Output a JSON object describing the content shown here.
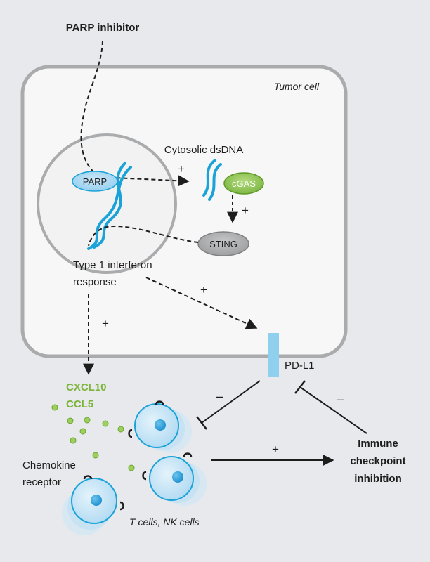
{
  "labels": {
    "parp_inhibitor": "PARP inhibitor",
    "tumor_cell": "Tumor cell",
    "cytosolic_dsdna": "Cytosolic dsDNA",
    "parp": "PARP",
    "cgas": "cGAS",
    "sting": "STING",
    "type1_line1": "Type 1 interferon",
    "type1_line2": "response",
    "pdl1": "PD-L1",
    "cxcl10": "CXCL10",
    "ccl5": "CCL5",
    "chemokine_line1": "Chemokine",
    "chemokine_line2": "receptor",
    "immune_line1": "Immune",
    "immune_line2": "checkpoint",
    "immune_line3": "inhibition",
    "tcells": "T cells, NK cells"
  },
  "signs": {
    "dsdna_to_cgas": "+",
    "cgas_to_sting": "+",
    "type1_to_pdl1": "+",
    "type1_to_chemokines": "+",
    "cells_to_immune": "+",
    "pdl1_inhibits_cells": "–",
    "immune_inhibits_pdl1": "–"
  },
  "colors": {
    "background": "#e7e9ec",
    "cell_fill": "#f7f7f8",
    "cell_border": "#a9abad",
    "dna_blue": "#1ba3d8",
    "parp_fill": "#a9d7f1",
    "cgas_fill": "#8cc14e",
    "sting_fill": "#a2a4a6",
    "pdl1_bar": "#8fd0ee",
    "chemokine_green": "#7cb43a",
    "immune_cell_light": "#c6e5f6",
    "immune_cell_nucleus": "#2d9fd9"
  }
}
